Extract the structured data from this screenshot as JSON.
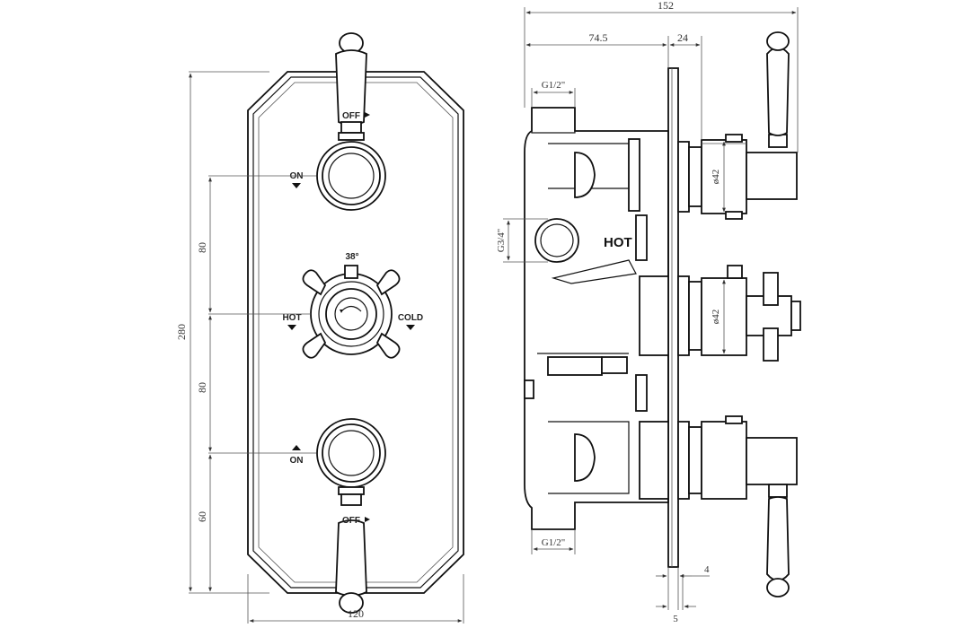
{
  "front_view": {
    "top_handle": {
      "label": "OFF",
      "direction": "ON"
    },
    "center_valve": {
      "temperature": "38°",
      "left_label": "HOT",
      "right_label": "COLD"
    },
    "bottom_handle": {
      "label": "OFF",
      "direction": "ON"
    }
  },
  "side_view": {
    "outlet_top": "G1/2\"",
    "outlet_bottom": "G1/2\"",
    "inlet": "G3/4\"",
    "hot_label": "HOT"
  },
  "dimensions": {
    "overall_depth": "152",
    "body_depth": "74.5",
    "handle_offset": "24",
    "height": "280",
    "spacing_upper": "80",
    "spacing_middle": "80",
    "spacing_lower": "60",
    "width": "120",
    "diameter_upper": "ø42",
    "diameter_middle": "ø42",
    "plate_thickness": "4",
    "cover_gap": "5"
  }
}
